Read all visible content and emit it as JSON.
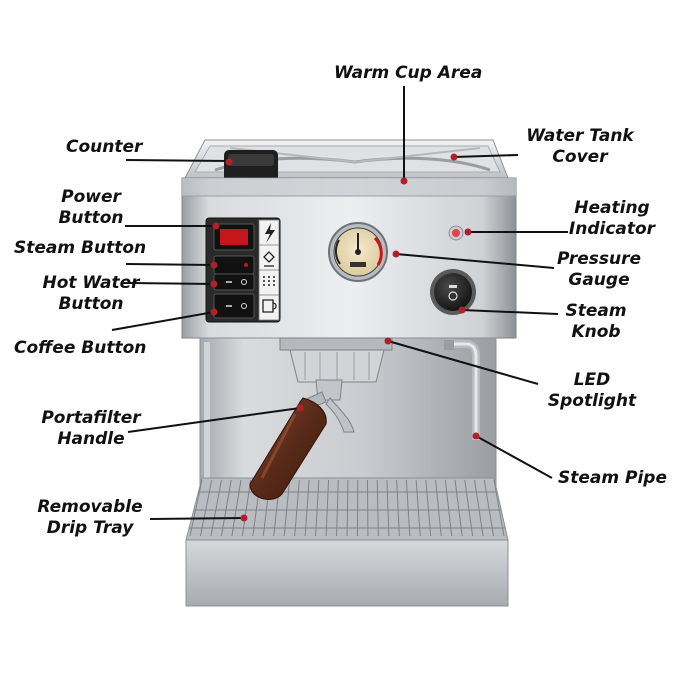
{
  "labels": {
    "warm_cup_area": "Warm Cup Area",
    "counter": "Counter",
    "water_tank_cover": [
      "Water Tank",
      "Cover"
    ],
    "power_button": [
      "Power",
      "Button"
    ],
    "heating_indicator": [
      "Heating",
      "Indicator"
    ],
    "steam_button": "Steam Button",
    "pressure_gauge": [
      "Pressure",
      "Gauge"
    ],
    "hot_water_button": [
      "Hot Water",
      "Button"
    ],
    "steam_knob": [
      "Steam",
      "Knob"
    ],
    "coffee_button": "Coffee Button",
    "led_spotlight": [
      "LED",
      "Spotlight"
    ],
    "portafilter_handle": [
      "Portafilter",
      "Handle"
    ],
    "steam_pipe": "Steam Pipe",
    "removable_drip_tray": [
      "Removable",
      "Drip Tray"
    ]
  },
  "colors": {
    "label_text": "#111111",
    "leader_line": "#111111",
    "marker_dot": "#b0202a",
    "steel_light": "#e4e6e8",
    "steel_mid": "#c3c6ca",
    "steel_dark": "#8c9096",
    "wood": "#6a3420",
    "switch_black": "#1a1a1a",
    "switch_red": "#c4161c"
  },
  "icons": [
    "lightning-icon",
    "steam-icon",
    "hot-water-icon",
    "cup-icon"
  ]
}
